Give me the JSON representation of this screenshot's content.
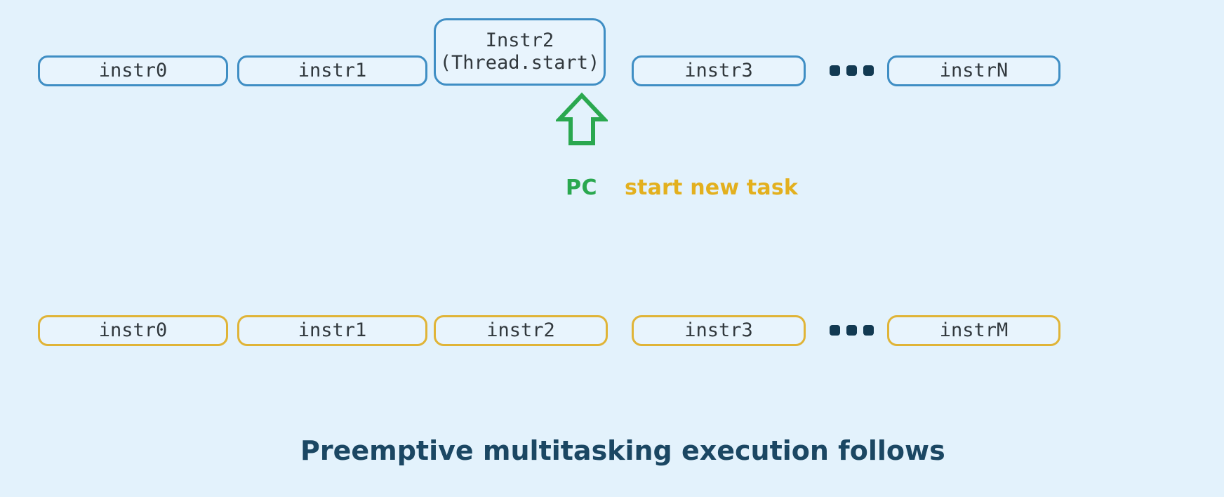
{
  "diagram": {
    "background_color": "#e3f2fc",
    "caption": "Preemptive multitasking execution follows",
    "caption_color": "#1b4763",
    "rows": [
      {
        "name": "main-thread-row",
        "border_color": "#3f8ec4",
        "boxes": [
          {
            "label": "instr0"
          },
          {
            "label": "instr1"
          },
          {
            "label": "Instr2\n(Thread.start)",
            "highlight": true
          },
          {
            "label": "instr3"
          },
          {
            "label": "instrN"
          }
        ],
        "ellipsis": "•••"
      },
      {
        "name": "new-task-row",
        "border_color": "#e0b437",
        "boxes": [
          {
            "label": "instr0"
          },
          {
            "label": "instr1"
          },
          {
            "label": "instr2"
          },
          {
            "label": "instr3"
          },
          {
            "label": "instrM"
          }
        ],
        "ellipsis": "•••"
      }
    ],
    "annotations": {
      "pc_label": "PC",
      "pc_color": "#2aa84f",
      "start_task_label": "start new task",
      "start_task_color": "#e3b01e"
    }
  }
}
